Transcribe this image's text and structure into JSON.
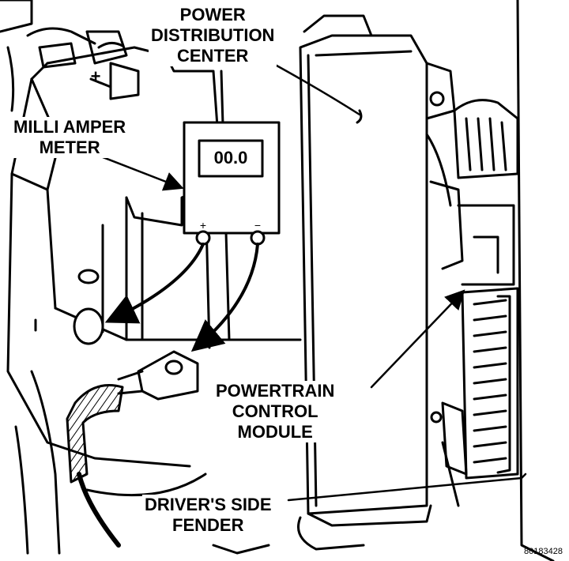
{
  "labels": {
    "pdc": [
      "POWER",
      "DISTRIBUTION",
      "CENTER"
    ],
    "meter": [
      "MILLI AMPER",
      "METER"
    ],
    "pcm": [
      "POWERTRAIN",
      "CONTROL",
      "MODULE"
    ],
    "fender": [
      "DRIVER'S SIDE",
      "FENDER"
    ]
  },
  "meter_reading": "00.0",
  "battery_positive": "+",
  "meter_plus": "+",
  "meter_minus": "−",
  "figure_id": "80183428",
  "colors": {
    "ink": "#000000",
    "paper": "#ffffff"
  }
}
